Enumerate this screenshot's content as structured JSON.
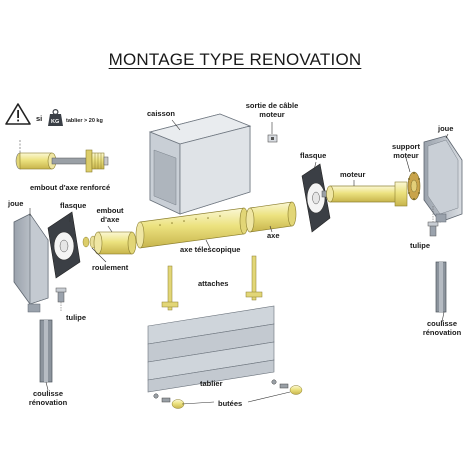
{
  "title": "MONTAGE TYPE RENOVATION",
  "warning": {
    "si": "si",
    "kg": "KG",
    "condition": "tablier > 20 kg"
  },
  "labels": {
    "embout_axe_renforce": "embout d'axe renforcé",
    "caisson": "caisson",
    "sortie_cable_moteur_1": "sortie de câble",
    "sortie_cable_moteur_2": "moteur",
    "joue_left": "joue",
    "joue_right": "joue",
    "flasque_left": "flasque",
    "flasque_right": "flasque",
    "embout_axe_1": "embout",
    "embout_axe_2": "d'axe",
    "support_moteur_1": "support",
    "support_moteur_2": "moteur",
    "moteur": "moteur",
    "axe": "axe",
    "axe_telescopique": "axe télescopique",
    "roulement": "roulement",
    "tulipe_left": "tulipe",
    "tulipe_right": "tulipe",
    "attaches": "attaches",
    "coulisse_left_1": "coulisse",
    "coulisse_left_2": "rénovation",
    "coulisse_right_1": "coulisse",
    "coulisse_right_2": "rénovation",
    "tablier": "tablier",
    "butees": "butées"
  },
  "colors": {
    "metal_light": "#dfe3e8",
    "metal_mid": "#b9c0c8",
    "metal_dark": "#6e7680",
    "yellow_light": "#f4efb8",
    "yellow_mid": "#e7dc86",
    "yellow_dark": "#bfae45",
    "outline": "#3c3c3c"
  }
}
